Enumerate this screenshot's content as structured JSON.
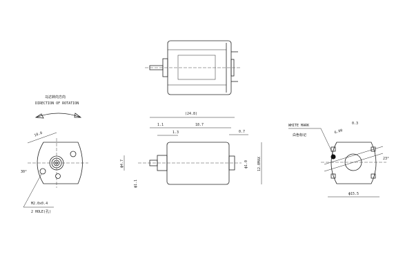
{
  "left_view": {
    "rotation_label_cn": "马达转向方向",
    "rotation_label_en": "DIRECTION OF ROTATION",
    "dim_hole_spacing": "10.0",
    "dim_angle": "30°",
    "thread_spec": "M2.0x0.4",
    "hole_note": "2 HOLE(孔)"
  },
  "side_view": {
    "dim_overall": "(24.8)",
    "dim_shaft": "1.1",
    "dim_body": "18.7",
    "dim_boss": "1.3",
    "dim_terminal": "0.7",
    "dim_shaft_dia": "ϕ4.7",
    "dim_shaft_dia2": "ϕ1.1",
    "dim_bearing": "ϕ1.0",
    "dim_height": "12.0MAX"
  },
  "rear_view": {
    "white_mark_en": "WHITE MARK",
    "white_mark_cn": "白色标记",
    "dim_a": "6.00",
    "dim_b": "0.3",
    "dim_angle": "23°",
    "dim_width": "ϕ15.5"
  }
}
